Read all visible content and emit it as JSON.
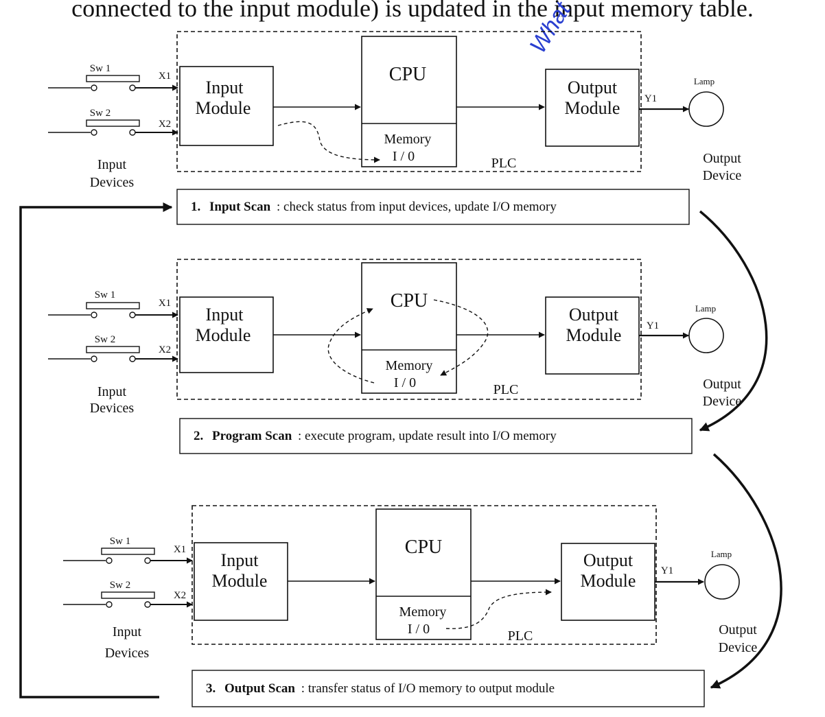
{
  "header_fragment": "connected to the input module) is updated in the input memory table.",
  "watermark": "What",
  "panels": [
    {
      "sw1": "Sw 1",
      "sw2": "Sw 2",
      "x1": "X1",
      "x2": "X2",
      "input_module": [
        "Input",
        "Module"
      ],
      "cpu": "CPU",
      "memory": "Memory",
      "io": "I / 0",
      "output_module": [
        "Output",
        "Module"
      ],
      "y1": "Y1",
      "lamp": "Lamp",
      "plc": "PLC",
      "input_devices": [
        "Input",
        "Devices"
      ],
      "output_device": [
        "Output",
        "Device"
      ]
    },
    {
      "sw1": "Sw 1",
      "sw2": "Sw 2",
      "x1": "X1",
      "x2": "X2",
      "input_module": [
        "Input",
        "Module"
      ],
      "cpu": "CPU",
      "memory": "Memory",
      "io": "I / 0",
      "output_module": [
        "Output",
        "Module"
      ],
      "y1": "Y1",
      "lamp": "Lamp",
      "plc": "PLC",
      "input_devices": [
        "Input",
        "Devices"
      ],
      "output_device": [
        "Output",
        "Device"
      ]
    },
    {
      "sw1": "Sw 1",
      "sw2": "Sw 2",
      "x1": "X1",
      "x2": "X2",
      "input_module": [
        "Input",
        "Module"
      ],
      "cpu": "CPU",
      "memory": "Memory",
      "io": "I / 0",
      "output_module": [
        "Output",
        "Module"
      ],
      "y1": "Y1",
      "lamp": "Lamp",
      "plc": "PLC",
      "input_devices": [
        "Input",
        "Devices"
      ],
      "output_device": [
        "Output",
        "Device"
      ]
    }
  ],
  "steps": [
    {
      "number": "1.",
      "title": "Input Scan",
      "description": ": check status from input devices, update I/O memory"
    },
    {
      "number": "2.",
      "title": "Program Scan",
      "description": ": execute program, update result into I/O memory"
    },
    {
      "number": "3.",
      "title": "Output Scan",
      "description": ": transfer status of I/O memory to output module"
    }
  ]
}
